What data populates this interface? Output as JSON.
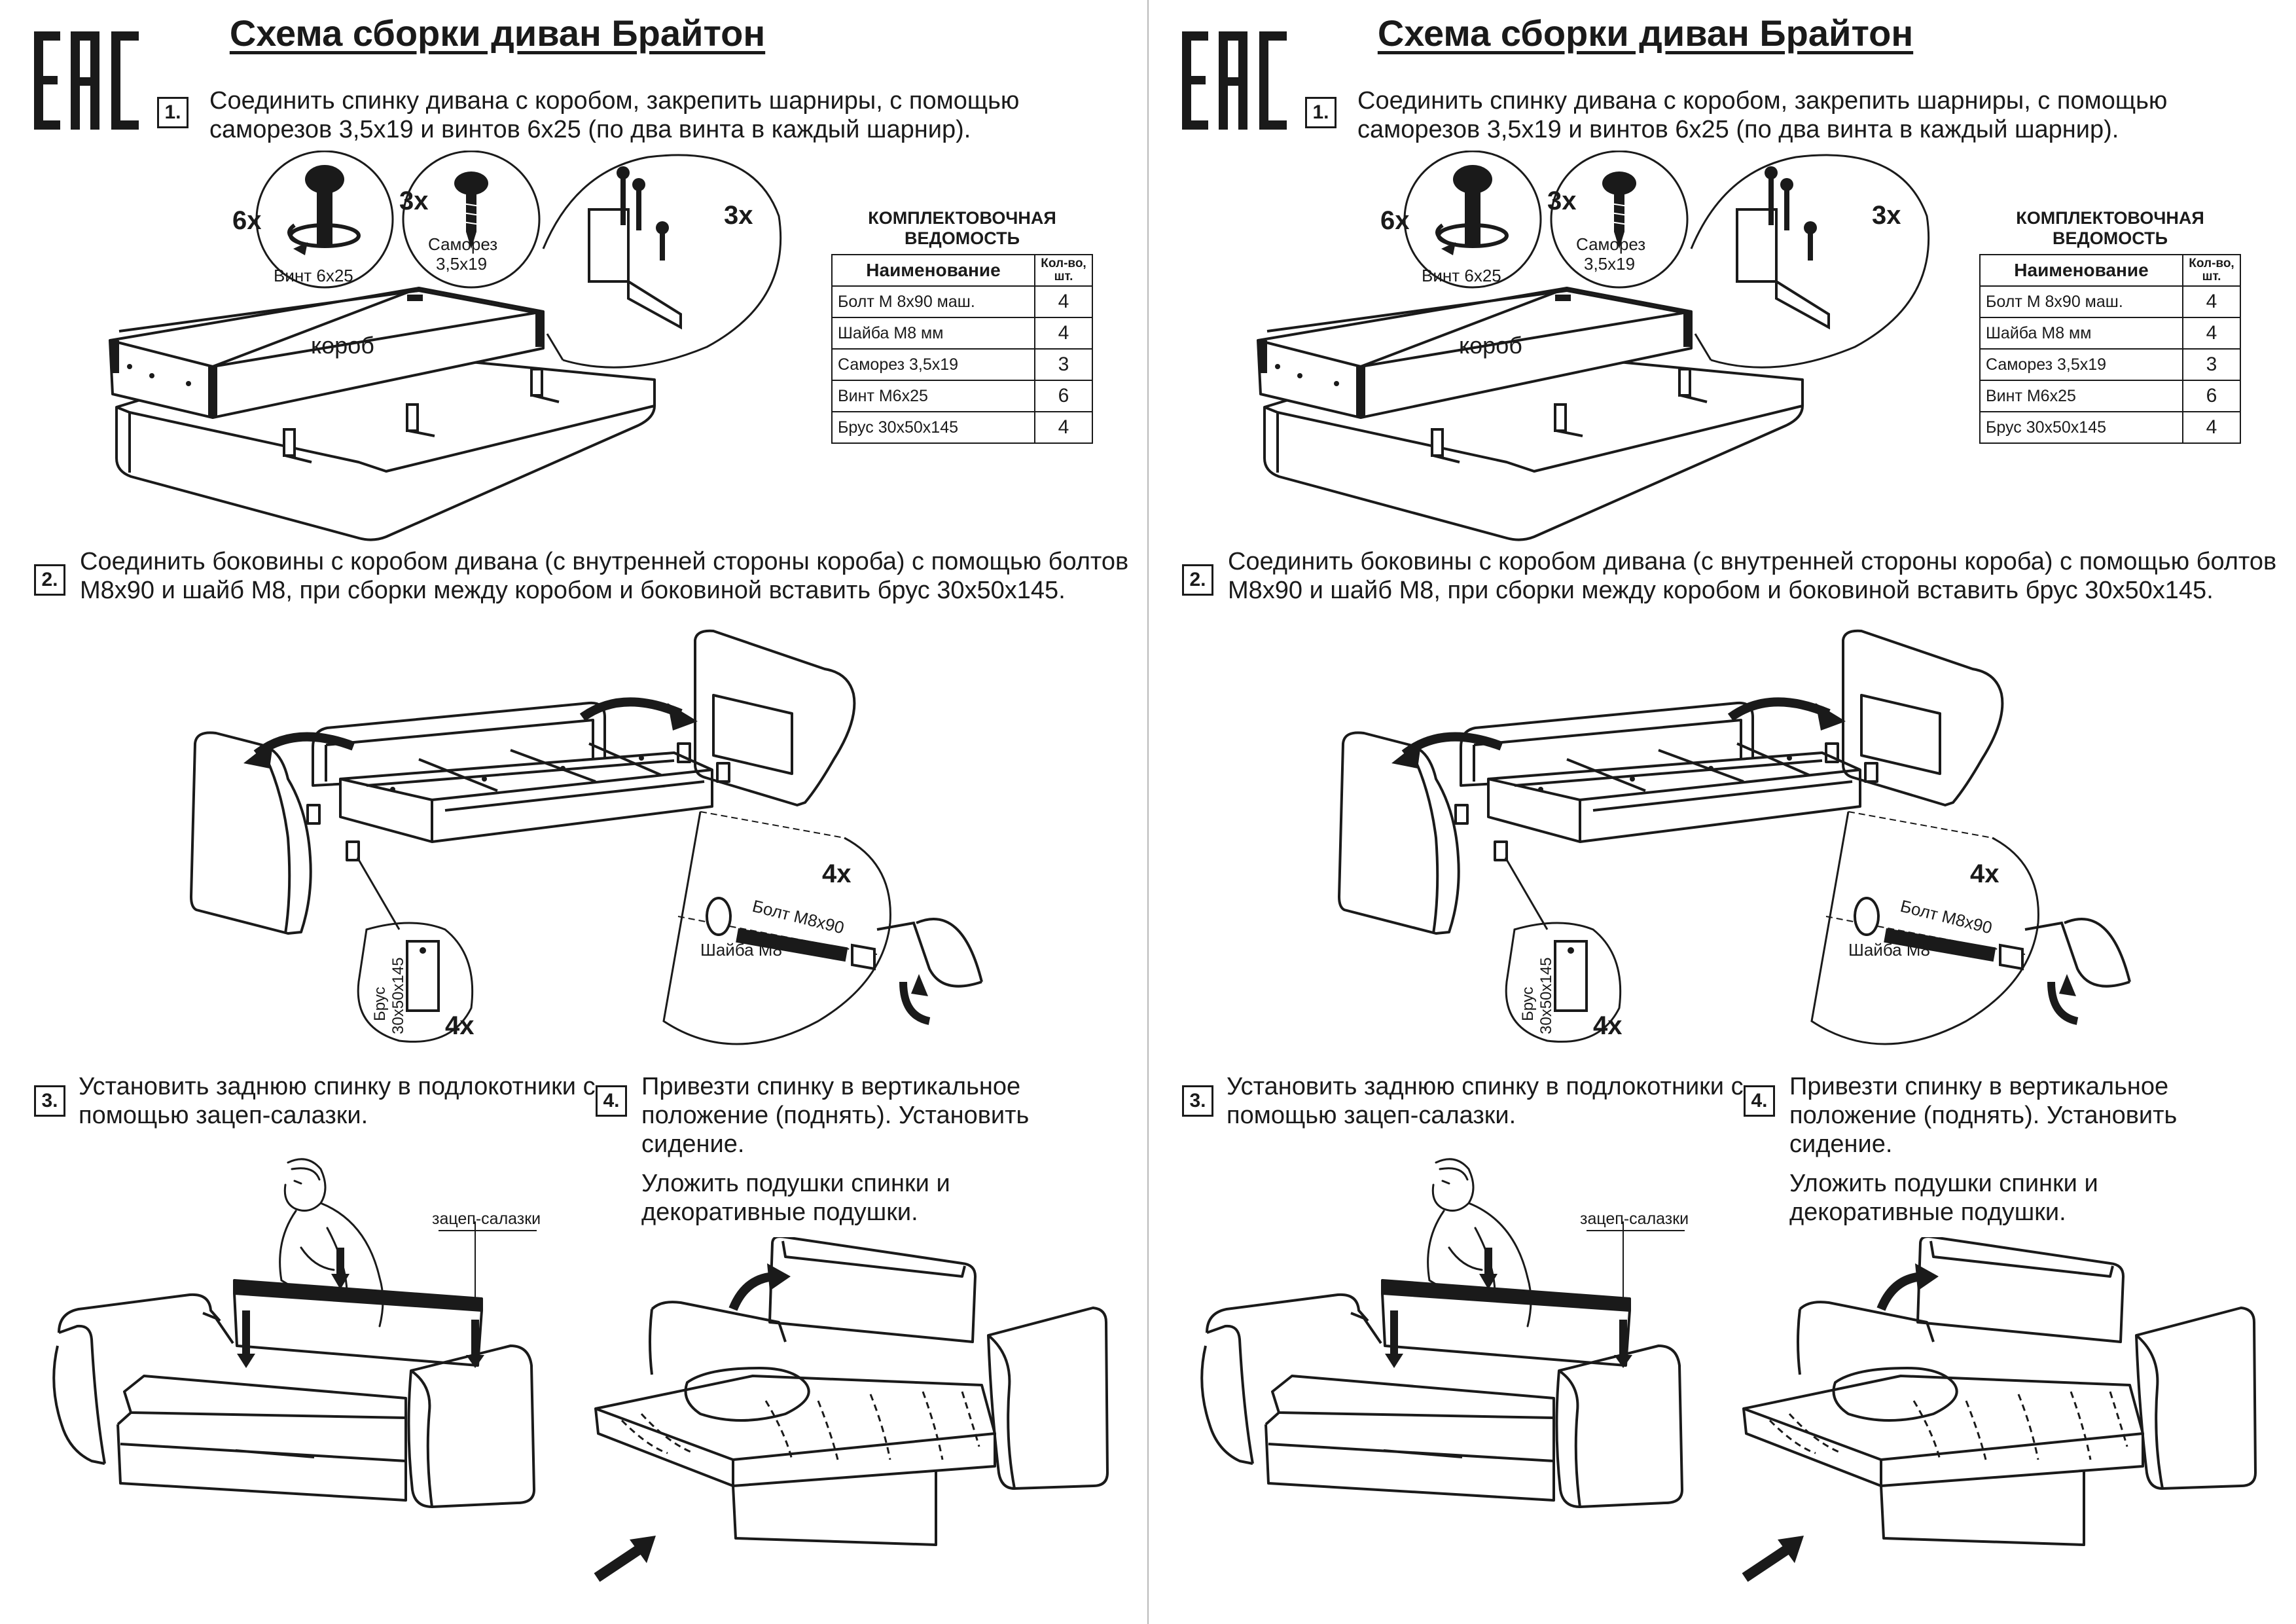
{
  "brand_mark": "EAC",
  "title": "Схема сборки диван Брайтон",
  "steps": [
    {
      "num": "1.",
      "text": "Соединить спинку дивана с коробом, закрепить шарниры, с помощью саморезов 3,5х19 и винтов 6х25 (по два винта в каждый шарнир)."
    },
    {
      "num": "2.",
      "text": "Соединить боковины с коробом дивана (с внутренней стороны короба) с помощью болтов М8х90 и шайб М8, при сборки между коробом и боковиной вставить брус 30х50х145."
    },
    {
      "num": "3.",
      "text": "Установить заднюю спинку в подлокотники с помощью зацеп-салазки."
    },
    {
      "num": "4.",
      "text": "Привезти спинку в вертикальное положение (поднять). Установить сидение.",
      "text2": "Уложить подушки спинки и декоративные подушки."
    }
  ],
  "step1": {
    "qty_screw": "6х",
    "screw_label": "Винт 6х25",
    "qty_self": "3х",
    "self_label_1": "Саморез",
    "self_label_2": "3,5х19",
    "qty_hinge": "3х",
    "box_label": "короб"
  },
  "step2": {
    "qty_bolt": "4х",
    "bolt_label": "Болт М8х90",
    "washer_label": "Шайба М8",
    "bar_label_1": "Брус",
    "bar_label_2": "30х50х145",
    "qty_bar": "4х"
  },
  "step3": {
    "slider_label": "зацеп-салазки"
  },
  "spec": {
    "title_1": "КОМПЛЕКТОВОЧНАЯ",
    "title_2": "ВЕДОМОСТЬ",
    "col_name": "Наименование",
    "col_qty_1": "Кол-во,",
    "col_qty_2": "шт.",
    "rows": [
      {
        "name": "Болт М 8х90 маш.",
        "qty": "4"
      },
      {
        "name": "Шайба М8 мм",
        "qty": "4"
      },
      {
        "name": "Саморез 3,5х19",
        "qty": "3"
      },
      {
        "name": "Винт М6х25",
        "qty": "6"
      },
      {
        "name": "Брус 30х50х145",
        "qty": "4"
      }
    ]
  }
}
